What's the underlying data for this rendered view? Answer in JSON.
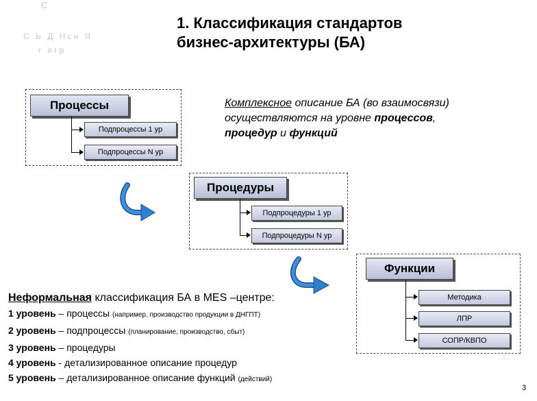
{
  "title": {
    "line1": "1. Классификация стандартов",
    "line2": "бизнес-архитектуры (БА)"
  },
  "logo": {
    "line1": "С",
    "line2": "С Ь Д  Нсн  Я",
    "line3": "г     вгр"
  },
  "processes": {
    "label": "Процессы",
    "sub1": "Подпроцессы 1 ур",
    "subN": "Подпроцессы N ур"
  },
  "procedures": {
    "label": "Процедуры",
    "sub1": "Подпроцедуры 1 ур",
    "subN": "Подпроцедуры N ур"
  },
  "functions": {
    "label": "Функции",
    "items": [
      "Методика",
      "ЛПР",
      "СОПР/КВПО"
    ]
  },
  "description": {
    "w1": "Комплексное",
    "w2": " описание БА (во взаимосвязи)",
    "w3": "осуществляются на уровне ",
    "w4": "процессов",
    "w5": ",",
    "w6": "процедур",
    "w7": " и ",
    "w8": "функций"
  },
  "levels": {
    "head_u": "Неформальная",
    "head_rest": " классификация БА в MES –центре:",
    "rows": [
      {
        "level": "1 уровень",
        "text": " – процессы ",
        "note": "(например, производство продукции в ДНГПТ)"
      },
      {
        "level": "2 уровень",
        "text": " – подпроцессы ",
        "note": "(планирование, производство, сбыт)"
      },
      {
        "level": "3 уровень",
        "text": " – процедуры",
        "note": ""
      },
      {
        "level": "4 уровень",
        "text": " -  детализированное  описание  процедур",
        "note": ""
      },
      {
        "level": "5 уровень",
        "text": " – детализированное  описание  функций ",
        "note": "(действий)"
      }
    ]
  },
  "page_number": "3",
  "colors": {
    "box_fill_top": "#e4e7f2",
    "box_fill_bottom": "#b8bfd8",
    "arrow_blue": "#2f7fd0"
  }
}
